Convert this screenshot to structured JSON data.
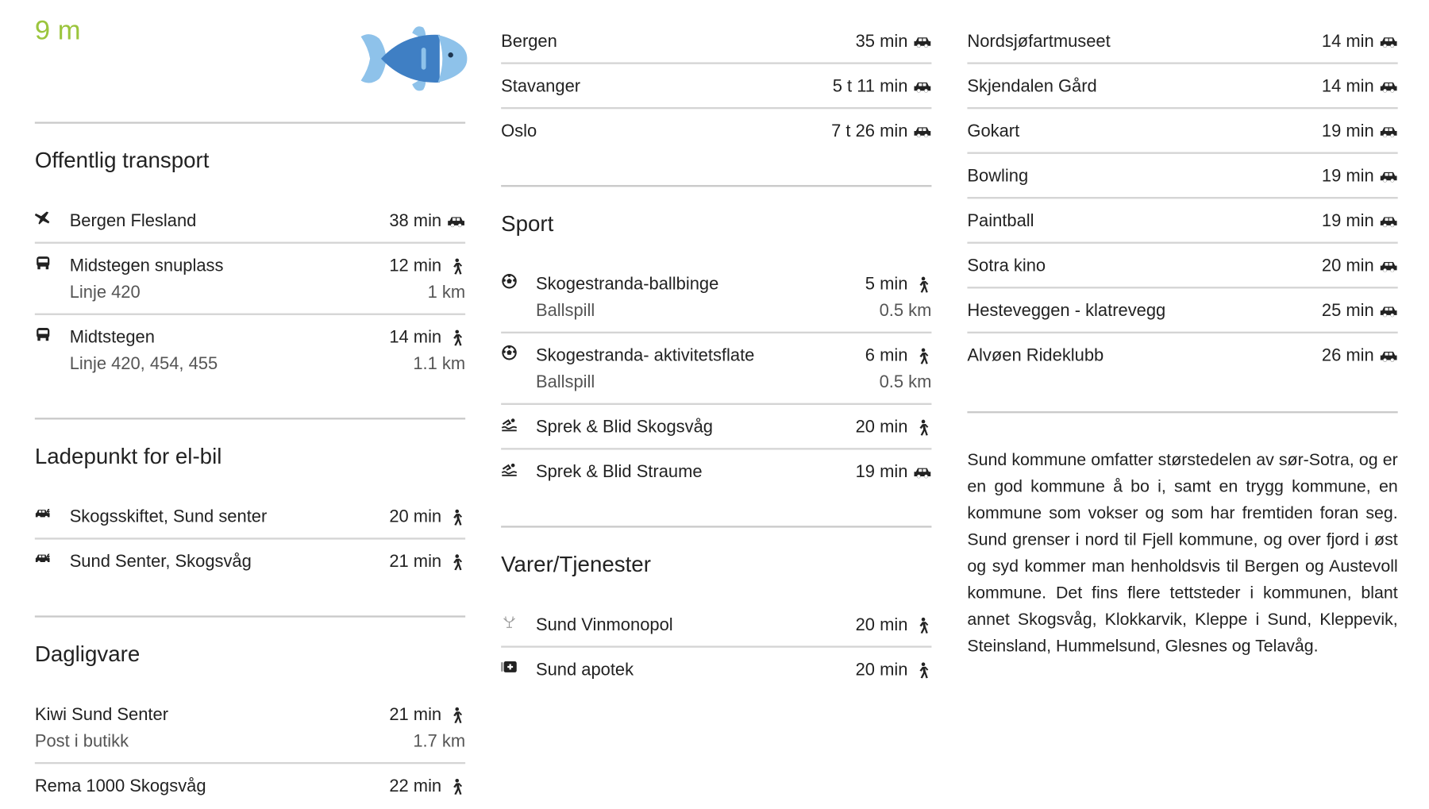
{
  "elevation": "9 m",
  "colors": {
    "accent_green": "#9bc53d",
    "fish_dark": "#3f7fc4",
    "fish_light": "#8ec2ea"
  },
  "col1": [
    {
      "heading": "Offentlig transport",
      "indent": true,
      "items": [
        {
          "icon": "plane",
          "name": "Bergen Flesland",
          "time": "38 min",
          "mode": "car"
        },
        {
          "icon": "bus",
          "name": "Midstegen snuplass",
          "sub": "Linje 420",
          "time": "12 min",
          "mode": "walk",
          "distance": "1 km"
        },
        {
          "icon": "bus",
          "name": "Midtstegen",
          "sub": "Linje 420, 454, 455",
          "time": "14 min",
          "mode": "walk",
          "distance": "1.1 km"
        }
      ]
    },
    {
      "heading": "Ladepunkt for el-bil",
      "indent": true,
      "items": [
        {
          "icon": "ev",
          "name": "Skogsskiftet, Sund senter",
          "time": "20 min",
          "mode": "walk"
        },
        {
          "icon": "ev",
          "name": "Sund Senter, Skogsvåg",
          "time": "21 min",
          "mode": "walk"
        }
      ]
    },
    {
      "heading": "Dagligvare",
      "indent": false,
      "items": [
        {
          "name": "Kiwi Sund Senter",
          "sub": "Post i butikk",
          "time": "21 min",
          "mode": "walk",
          "distance": "1.7 km"
        },
        {
          "name": "Rema 1000 Skogsvåg",
          "time": "22 min",
          "mode": "walk"
        }
      ]
    }
  ],
  "col2": [
    {
      "heading": null,
      "indent": false,
      "items": [
        {
          "name": "Bergen",
          "time": "35 min",
          "mode": "car"
        },
        {
          "name": "Stavanger",
          "time": "5 t 11 min",
          "mode": "car"
        },
        {
          "name": "Oslo",
          "time": "7 t 26 min",
          "mode": "car"
        }
      ]
    },
    {
      "heading": "Sport",
      "indent": true,
      "items": [
        {
          "icon": "soccer",
          "name": "Skogestranda-ballbinge",
          "sub": "Ballspill",
          "time": "5 min",
          "mode": "walk",
          "distance": "0.5 km"
        },
        {
          "icon": "soccer",
          "name": "Skogestranda- aktivitetsflate",
          "sub": "Ballspill",
          "time": "6 min",
          "mode": "walk",
          "distance": "0.5 km"
        },
        {
          "icon": "swim",
          "name": "Sprek & Blid Skogsvåg",
          "time": "20 min",
          "mode": "walk"
        },
        {
          "icon": "swim",
          "name": "Sprek & Blid Straume",
          "time": "19 min",
          "mode": "car"
        }
      ]
    },
    {
      "heading": "Varer/Tjenester",
      "indent": true,
      "items": [
        {
          "icon": "wine",
          "name": "Sund Vinmonopol",
          "time": "20 min",
          "mode": "walk"
        },
        {
          "icon": "pharmacy",
          "name": "Sund apotek",
          "time": "20 min",
          "mode": "walk"
        }
      ]
    }
  ],
  "col3": {
    "items": [
      {
        "name": "Nordsjøfartmuseet",
        "time": "14 min",
        "mode": "car"
      },
      {
        "name": "Skjendalen Gård",
        "time": "14 min",
        "mode": "car"
      },
      {
        "name": "Gokart",
        "time": "19 min",
        "mode": "car"
      },
      {
        "name": "Bowling",
        "time": "19 min",
        "mode": "car"
      },
      {
        "name": "Paintball",
        "time": "19 min",
        "mode": "car"
      },
      {
        "name": "Sotra kino",
        "time": "20 min",
        "mode": "car"
      },
      {
        "name": "Hesteveggen - klatrevegg",
        "time": "25 min",
        "mode": "car"
      },
      {
        "name": "Alvøen Rideklubb",
        "time": "26 min",
        "mode": "car"
      }
    ],
    "description": "Sund kommune omfatter størstedelen av sør-Sotra, og er en god kommune å bo i, samt en trygg kommune, en kommune som vokser og som har fremtiden foran seg. Sund grenser i nord til Fjell kommune, og over fjord i øst og syd kommer man henholdsvis til Bergen og Austevoll kommune. Det fins flere tettsteder i kommunen, blant annet Skogsvåg, Klokkarvik, Kleppe i Sund, Kleppevik, Steinsland, Hummelsund, Glesnes og Telavåg."
  }
}
